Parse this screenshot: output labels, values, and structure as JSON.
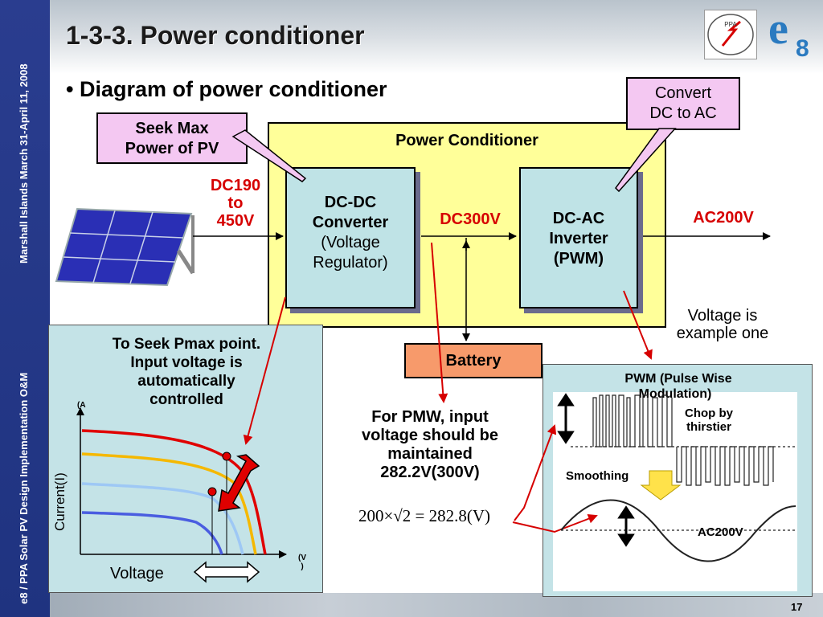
{
  "slide": {
    "title": "1-3-3. Power conditioner",
    "bullet": "Diagram of power conditioner",
    "page_number": "17",
    "sidebar_top": "Marshall Islands March 31-April 11, 2008",
    "sidebar_bottom": "e8 / PPA Solar PV Design Implementation O&M",
    "logo_ppa": "PPA",
    "logo_e8_letter": "e",
    "logo_e8_sub": "8"
  },
  "diagram": {
    "callout_seek": [
      "Seek Max",
      "Power of PV"
    ],
    "callout_convert": [
      "Convert",
      "DC to AC"
    ],
    "pc_title": "Power Conditioner",
    "dcdc": [
      "DC-DC",
      "Converter"
    ],
    "dcdc_sub": [
      "(Voltage",
      "Regulator)"
    ],
    "dcac": [
      "DC-AC",
      "Inverter",
      "(PWM)"
    ],
    "dc_in": [
      "DC190",
      "to",
      "450V"
    ],
    "dc_mid": "DC300V",
    "ac_out": "AC200V",
    "battery": "Battery",
    "voltage_note": [
      "Voltage is",
      "example one"
    ],
    "pmw_note": [
      "For PMW, input",
      "voltage should be",
      "maintained",
      "282.2V(300V)"
    ],
    "formula": "200×√2 = 282.8(V)"
  },
  "iv_panel": {
    "heading": [
      "To Seek Pmax point.",
      "Input voltage is",
      "automatically",
      "controlled"
    ],
    "y_unit": "(A",
    "y_label": "Current(I)",
    "x_unit": [
      "(V",
      ")"
    ],
    "x_label": "Voltage"
  },
  "pwm_panel": {
    "title": [
      "PWM (Pulse Wise",
      "Modulation)"
    ],
    "chop": [
      "Chop by",
      "thirstier"
    ],
    "smoothing": "Smoothing",
    "ac_label": "AC200V"
  },
  "colors": {
    "sidebar": "#1f3380",
    "callout": "#f4c8f2",
    "frame": "#ffff99",
    "module": "#bfe3e6",
    "battery": "#f79a6b",
    "red": "#d60000",
    "panel": "#c4e3e7"
  }
}
